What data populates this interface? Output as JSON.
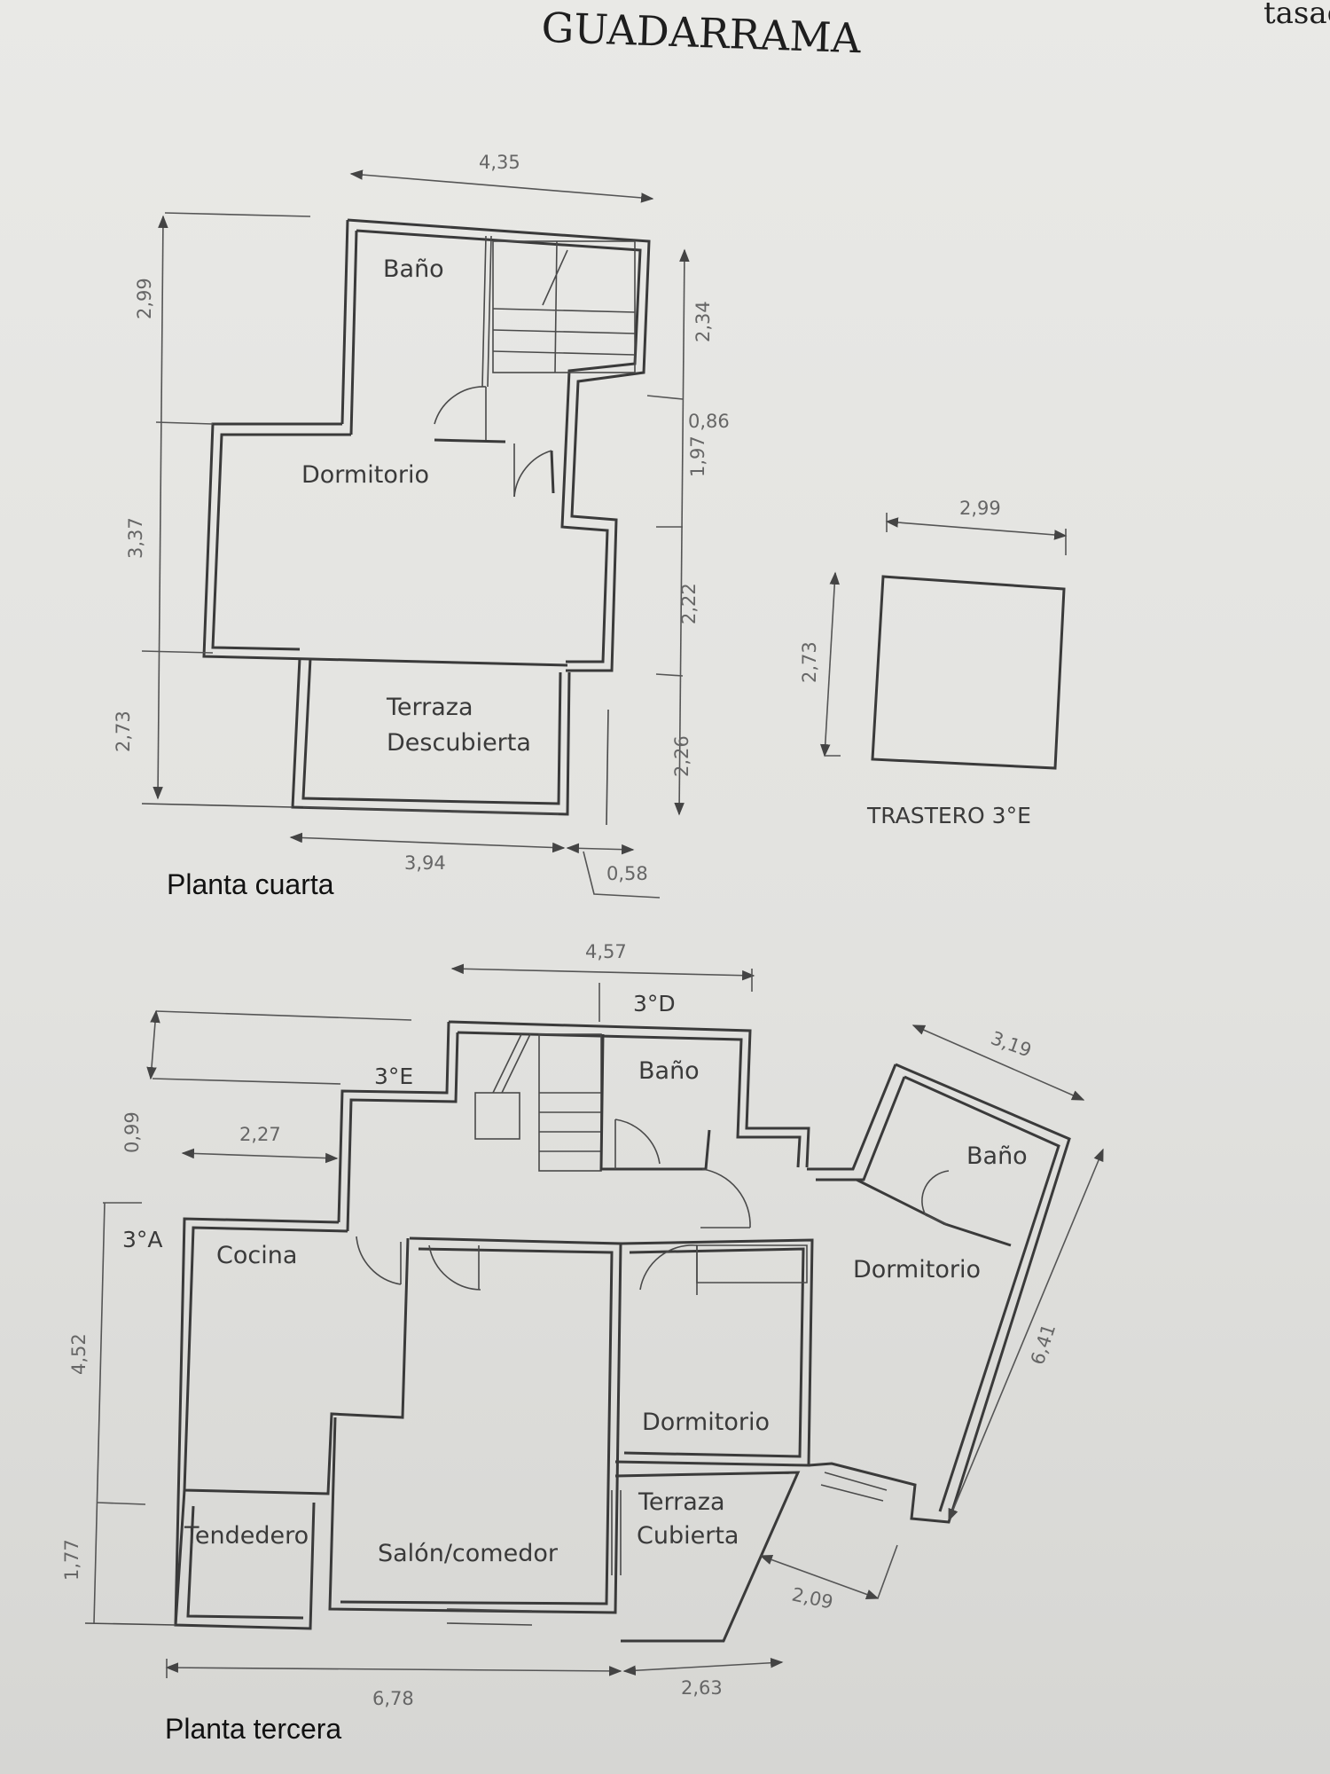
{
  "header": {
    "title": "GUADARRAMA",
    "corner_text": "tasac"
  },
  "planta_cuarta": {
    "label": "Planta cuarta",
    "rooms": {
      "bano": "Baño",
      "dormitorio": "Dormitorio",
      "terraza_line1": "Terraza",
      "terraza_line2": "Descubierta"
    },
    "dims": {
      "top_width": "4,35",
      "left_upper": "2,99",
      "left_middle": "3,37",
      "left_lower": "2,73",
      "right_top": "2,34",
      "right_086": "0,86",
      "right_197": "1,97",
      "right_222": "2,22",
      "right_226": "2,26",
      "bottom_width": "3,94",
      "bottom_small": "0,58"
    }
  },
  "trastero": {
    "label": "TRASTERO 3°E",
    "width": "2,99",
    "height": "2,73"
  },
  "planta_tercera": {
    "label": "Planta tercera",
    "units": {
      "d": "3°D",
      "e": "3°E",
      "a": "3°A"
    },
    "rooms": {
      "bano_left": "Baño",
      "bano_right": "Baño",
      "cocina": "Cocina",
      "dormitorio_mid": "Dormitorio",
      "dormitorio_right": "Dormitorio",
      "tendedero": "Tendedero",
      "salon": "Salón/comedor",
      "terraza_line1": "Terraza",
      "terraza_line2": "Cubierta"
    },
    "dims": {
      "top_width": "4,57",
      "right_diag_top": "3,19",
      "right_diag_side": "6,41",
      "left_099": "0,99",
      "inner_227": "2,27",
      "left_452": "4,52",
      "left_177": "1,77",
      "bottom_678": "6,78",
      "bottom_263": "2,63",
      "bottom_209": "2,09"
    }
  }
}
